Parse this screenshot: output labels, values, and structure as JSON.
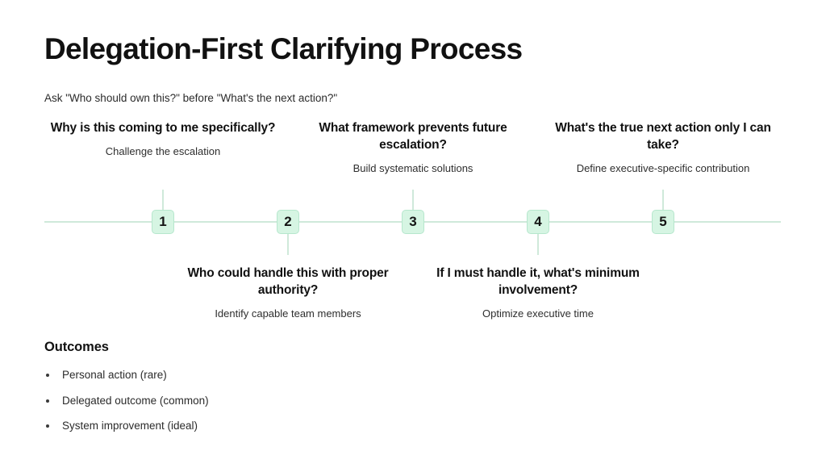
{
  "header": {
    "title": "Delegation-First Clarifying Process",
    "subtitle": "Ask \"Who should own this?\" before \"What's the next action?\""
  },
  "theme": {
    "background": "#ffffff",
    "marker_fill": "#d6f5e3",
    "marker_border": "#b6e7cd",
    "line_color": "#cfe9da",
    "text_color": "#111111"
  },
  "timeline": {
    "steps": [
      {
        "number": "1",
        "position": "above",
        "title": "Why is this coming to me specifically?",
        "description": "Challenge the escalation"
      },
      {
        "number": "2",
        "position": "below",
        "title": "Who could handle this with proper authority?",
        "description": "Identify capable team members"
      },
      {
        "number": "3",
        "position": "above",
        "title": "What framework prevents future escalation?",
        "description": "Build systematic solutions"
      },
      {
        "number": "4",
        "position": "below",
        "title": "If I must handle it, what's minimum involvement?",
        "description": "Optimize executive time"
      },
      {
        "number": "5",
        "position": "above",
        "title": "What's the true next action only I can take?",
        "description": "Define executive-specific contribution"
      }
    ]
  },
  "outcomes": {
    "title": "Outcomes",
    "items": [
      "Personal action (rare)",
      "Delegated outcome (common)",
      "System improvement (ideal)"
    ]
  }
}
